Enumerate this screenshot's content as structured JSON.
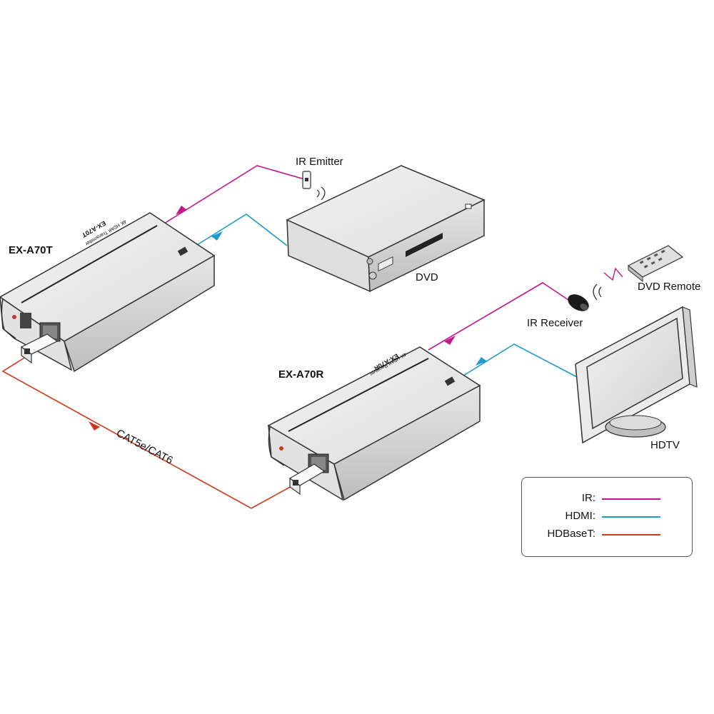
{
  "labels": {
    "ir_emitter": "IR Emitter",
    "dvd": "DVD",
    "dvd_remote": "DVD Remote",
    "ir_receiver": "IR Receiver",
    "hdtv": "HDTV",
    "transmitter_model": "EX-A70T",
    "receiver_model": "EX-A70R",
    "cable": "CAT5e/CAT6"
  },
  "device_text": {
    "transmitter_top_model": "EX-A70T",
    "transmitter_top_desc": "4K HDMI Transmitter",
    "receiver_top_model": "EX-A70R",
    "receiver_top_desc": "4K HDMI Receiver"
  },
  "legend": {
    "items": [
      {
        "label": "IR:",
        "color": "#c2188a"
      },
      {
        "label": "HDMI:",
        "color": "#1f9bc7"
      },
      {
        "label": "HDBaseT:",
        "color": "#d2371a"
      }
    ]
  },
  "colors": {
    "ir": "#c2188a",
    "hdmi": "#1f9bc7",
    "hdbaset": "#d2371a"
  }
}
